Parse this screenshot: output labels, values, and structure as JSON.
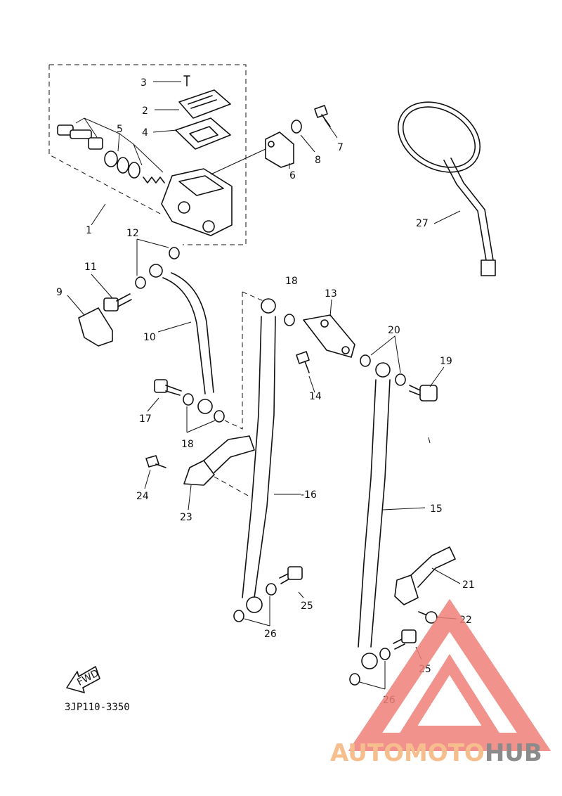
{
  "diagram": {
    "code": "3JP110-3350",
    "fwd_label": "FWD",
    "labels": [
      {
        "id": "1",
        "text": "1"
      },
      {
        "id": "2",
        "text": "2"
      },
      {
        "id": "3",
        "text": "3"
      },
      {
        "id": "4",
        "text": "4"
      },
      {
        "id": "5",
        "text": "5"
      },
      {
        "id": "6",
        "text": "6"
      },
      {
        "id": "7",
        "text": "7"
      },
      {
        "id": "8",
        "text": "8"
      },
      {
        "id": "9",
        "text": "9"
      },
      {
        "id": "10",
        "text": "10"
      },
      {
        "id": "11",
        "text": "11"
      },
      {
        "id": "12",
        "text": "12"
      },
      {
        "id": "13",
        "text": "13"
      },
      {
        "id": "14",
        "text": "14"
      },
      {
        "id": "15",
        "text": "15"
      },
      {
        "id": "16",
        "text": "-16"
      },
      {
        "id": "17",
        "text": "17"
      },
      {
        "id": "18a",
        "text": "18"
      },
      {
        "id": "18b",
        "text": "18"
      },
      {
        "id": "19",
        "text": "19"
      },
      {
        "id": "20",
        "text": "20"
      },
      {
        "id": "21",
        "text": "21"
      },
      {
        "id": "22",
        "text": "22"
      },
      {
        "id": "23",
        "text": "23"
      },
      {
        "id": "24",
        "text": "24"
      },
      {
        "id": "25a",
        "text": "25"
      },
      {
        "id": "25b",
        "text": "25"
      },
      {
        "id": "26a",
        "text": "26"
      },
      {
        "id": "26b",
        "text": "26"
      },
      {
        "id": "27",
        "text": "27"
      }
    ]
  },
  "watermark": {
    "brand_part1": "AUTOMOTO",
    "brand_part2": "HUB",
    "color_primary": "#f07f78",
    "color_secondary": "#f5b37a",
    "color_dark": "#777777"
  }
}
